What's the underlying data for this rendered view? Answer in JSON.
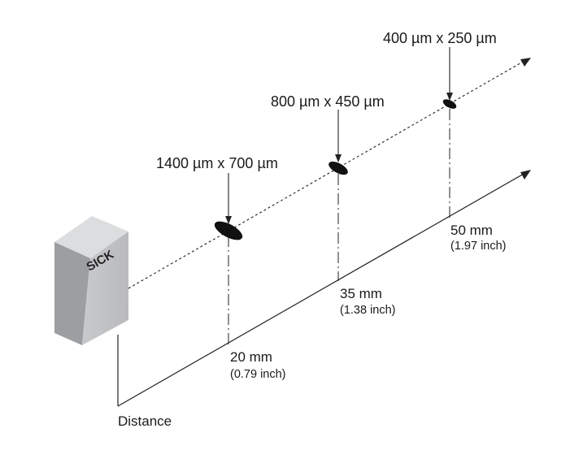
{
  "sensor": {
    "brand": "SICK"
  },
  "axis": {
    "label": "Distance"
  },
  "measurements": [
    {
      "spot_size": "1400 µm x 700 µm",
      "distance_mm": "20 mm",
      "distance_inch": "(0.79 inch)"
    },
    {
      "spot_size": "800 µm x 450 µm",
      "distance_mm": "35 mm",
      "distance_inch": "(1.38 inch)"
    },
    {
      "spot_size": "400 µm x 250 µm",
      "distance_mm": "50 mm",
      "distance_inch": "(1.97 inch)"
    }
  ]
}
